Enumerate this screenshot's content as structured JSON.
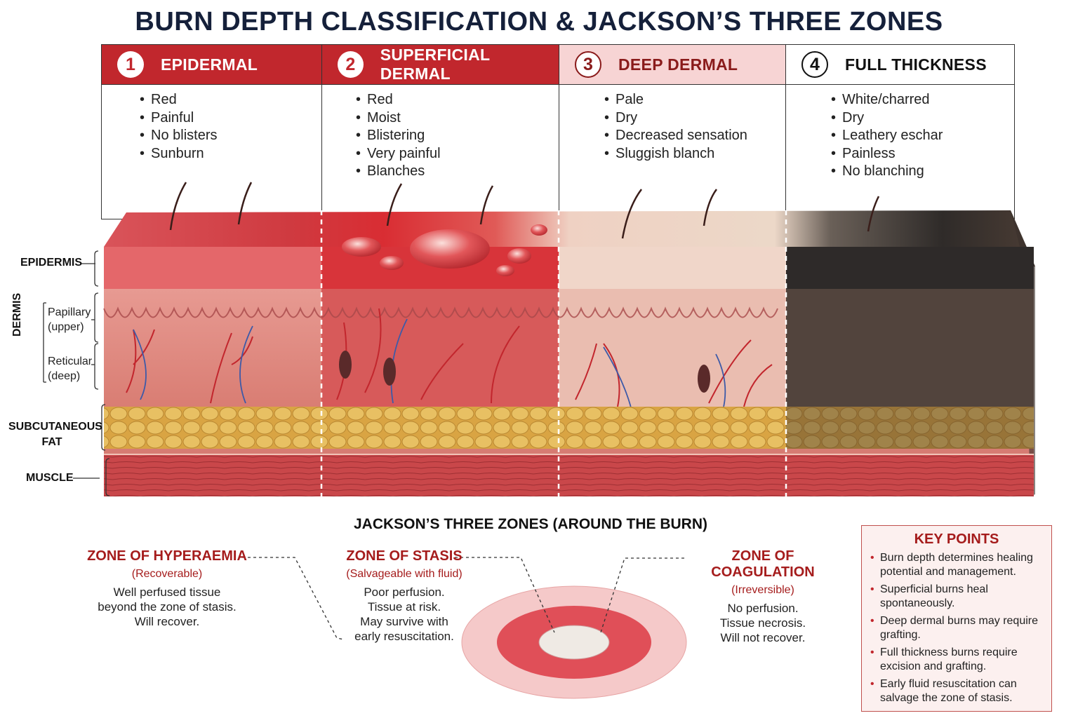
{
  "title": "BURN DEPTH CLASSIFICATION & JACKSON’S THREE ZONES",
  "columns": [
    {
      "number": "1",
      "label": "EPIDERMAL",
      "features": [
        "Red",
        "Painful",
        "No blisters",
        "Sunburn"
      ]
    },
    {
      "number": "2",
      "label": "SUPERFICIAL DERMAL",
      "features": [
        "Red",
        "Moist",
        "Blistering",
        "Very painful",
        "Blanches"
      ]
    },
    {
      "number": "3",
      "label": "DEEP DERMAL",
      "features": [
        "Pale",
        "Dry",
        "Decreased sensation",
        "Sluggish blanch"
      ]
    },
    {
      "number": "4",
      "label": "FULL THICKNESS",
      "features": [
        "White/charred",
        "Dry",
        "Leathery eschar",
        "Painless",
        "No blanching"
      ]
    }
  ],
  "layers": {
    "epidermis": "EPIDERMIS",
    "dermis": "DERMIS",
    "papillary_1": "Papillary",
    "papillary_2": "(upper)",
    "reticular_1": "Reticular",
    "reticular_2": "(deep)",
    "subcut_1": "SUBCUTANEOUS",
    "subcut_2": "FAT",
    "muscle": "MUSCLE"
  },
  "zones_title": "JACKSON’S THREE ZONES (AROUND THE BURN)",
  "zones": [
    {
      "title": "ZONE OF HYPERAEMIA",
      "status": "(Recoverable)",
      "lines": [
        "Well perfused tissue",
        "beyond the zone of stasis.",
        "Will recover."
      ]
    },
    {
      "title": "ZONE OF STASIS",
      "status": "(Salvageable with fluid)",
      "lines": [
        "Poor perfusion.",
        "Tissue at risk.",
        "May survive with",
        "early resuscitation."
      ]
    },
    {
      "title": "ZONE OF COAGULATION",
      "status": "(Irreversible)",
      "lines": [
        "No perfusion.",
        "Tissue necrosis.",
        "Will not recover."
      ]
    }
  ],
  "key_points": {
    "title": "KEY POINTS",
    "items": [
      "Burn depth determines healing potential and management.",
      "Superficial burns heal spontaneously.",
      "Deep dermal burns may require grafting.",
      "Full thickness burns require excision and grafting.",
      "Early fluid resuscitation can salvage the zone of stasis."
    ]
  },
  "colors": {
    "accent_red": "#c1272d",
    "header_pink": "#f7d4d4",
    "title_navy": "#15203a",
    "zone_text_red": "#a51c1c"
  }
}
